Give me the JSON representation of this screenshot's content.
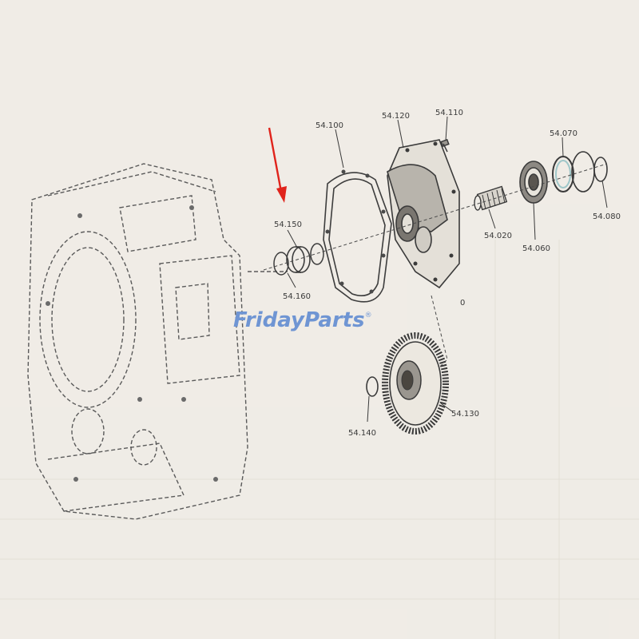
{
  "diagram": {
    "part_labels": [
      "54.100",
      "54.120",
      "54.110",
      "54.070",
      "54.080",
      "54.150",
      "54.160",
      "54.020",
      "54.060",
      "54.130",
      "54.140"
    ],
    "colors": {
      "paper": "#efece6",
      "line": "#4a4a4a",
      "arrow": "#e0231b",
      "watermark": "#6f95d3",
      "ring_accent": "#9fc7c9"
    }
  },
  "watermark": {
    "brand_word1": "Friday",
    "brand_word2": "Parts",
    "trademark": "®"
  },
  "stray_mark": "0"
}
